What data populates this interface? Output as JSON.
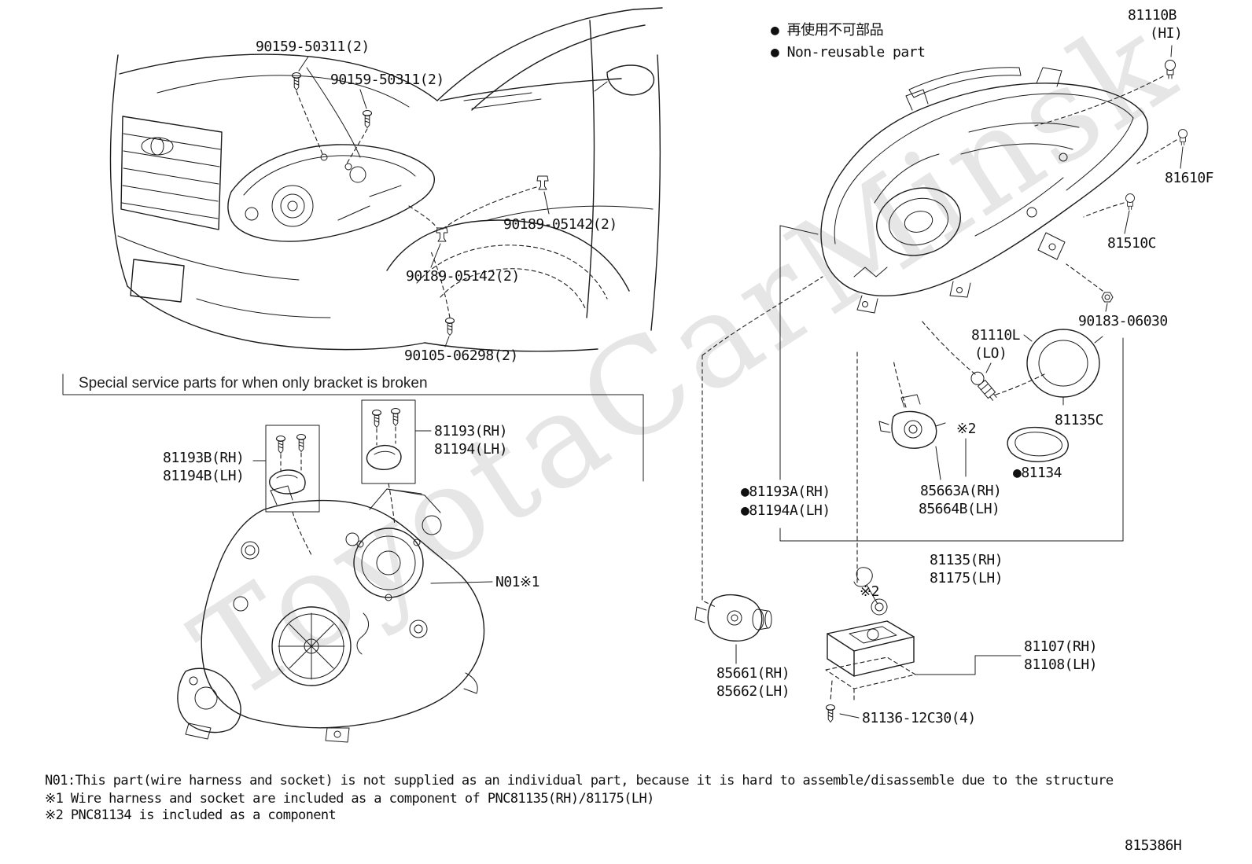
{
  "watermark": "ToyotaCarMinsk",
  "legend": {
    "jp": "● 再使用不可部品",
    "en": "● Non-reusable part"
  },
  "section_title": "Special service parts for when only bracket is broken",
  "parts": {
    "p90159_1": "90159-50311(2)",
    "p90159_2": "90159-50311(2)",
    "p90189_1": "90189-05142(2)",
    "p90189_2": "90189-05142(2)",
    "p90105": "90105-06298(2)",
    "p81193B": "81193B(RH)",
    "p81194B": "81194B(LH)",
    "p81193": "81193(RH)",
    "p81194": "81194(LH)",
    "n01": "N01※1",
    "p81110B": "81110B",
    "p81110B_hi": "(HI)",
    "p81610F": "81610F",
    "p81510C": "81510C",
    "p90183": "90183-06030",
    "p81110L": "81110L",
    "p81110L_lo": "(LO)",
    "p81135C": "81135C",
    "ref2_a": "※2",
    "p81134": "●81134",
    "p81193A": "●81193A(RH)",
    "p81194A": "●81194A(LH)",
    "p85663A": "85663A(RH)",
    "p85664B": "85664B(LH)",
    "p81135": "81135(RH)",
    "p81175": "81175(LH)",
    "ref2_b": "※2",
    "p85661": "85661(RH)",
    "p85662": "85662(LH)",
    "p81107": "81107(RH)",
    "p81108": "81108(LH)",
    "p81136": "81136-12C30(4)"
  },
  "notes": {
    "n01": "N01:This part(wire harness and socket) is not supplied as an individual part, because it is hard to assemble/disassemble due to the structure",
    "ref1": "※1 Wire harness and socket are included as a component of PNC81135(RH)/81175(LH)",
    "ref2": "※2 PNC81134 is included as a component"
  },
  "doc_number": "815386H"
}
